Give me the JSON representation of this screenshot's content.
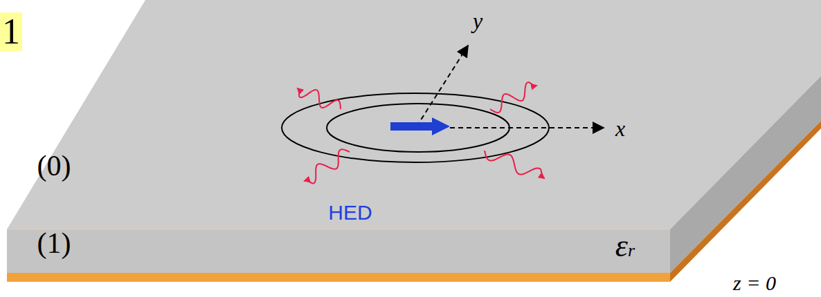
{
  "diagram": {
    "nodes": [
      {
        "text": [
          "1"
        ]
      }
    ],
    "labels": [
      "y",
      "x",
      "(0)",
      "HED",
      "(1)",
      "εr",
      "z = 0"
    ]
  }
}
